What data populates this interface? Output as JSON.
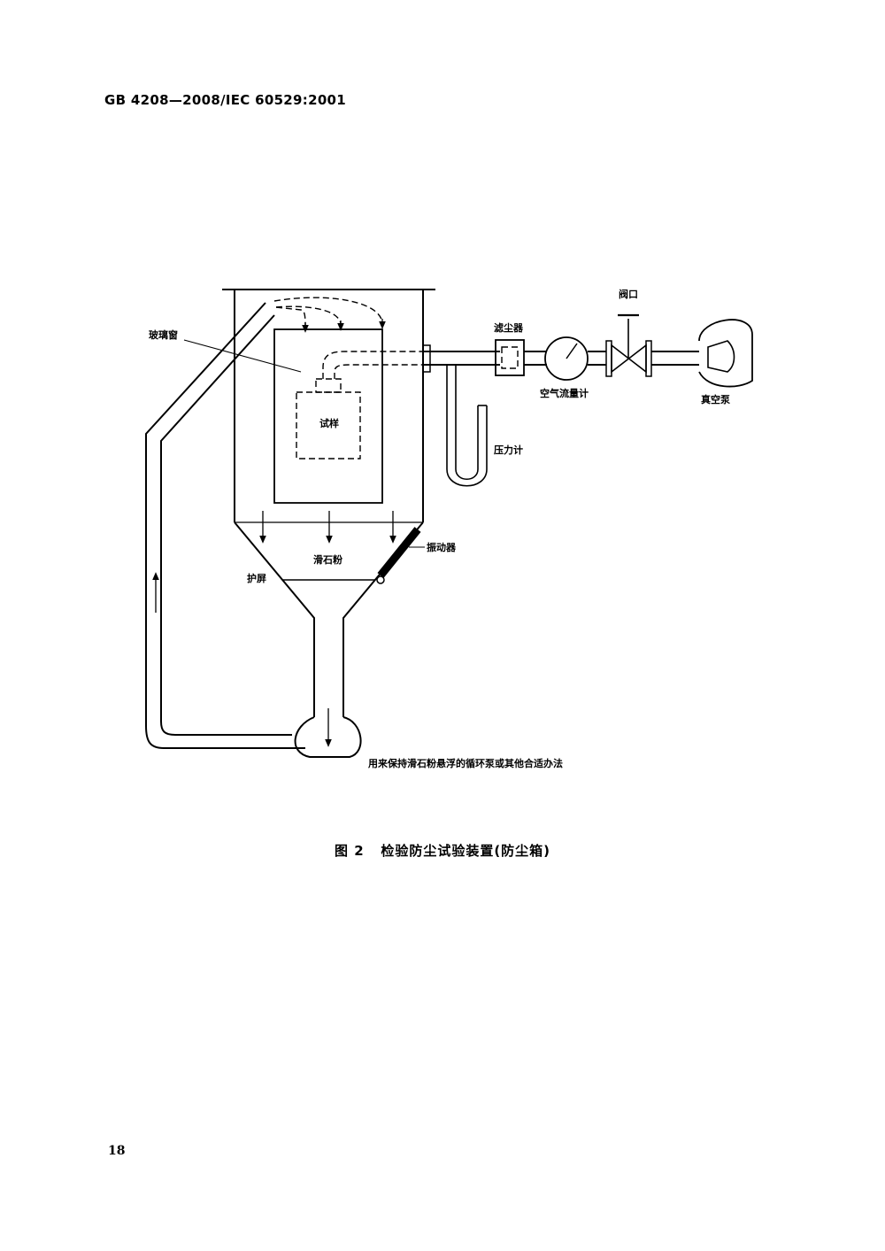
{
  "header": {
    "standard_code": "GB 4208—2008/IEC 60529:2001"
  },
  "figure": {
    "labels": {
      "glass_window": "玻璃窗",
      "specimen": "试样",
      "talcum": "滑石粉",
      "vibrator": "振动器",
      "screen": "护屏",
      "filter": "滤尘器",
      "flowmeter": "空气流量计",
      "valve": "阀口",
      "vacuum_pump": "真空泵",
      "manometer": "压力计",
      "circulation_pump": "用来保持滑石粉悬浮的循环泵或其他合适办法"
    }
  },
  "caption": {
    "number": "图 2",
    "title": "检验防尘试验装置(防尘箱)"
  },
  "footer": {
    "page_number": "18"
  }
}
